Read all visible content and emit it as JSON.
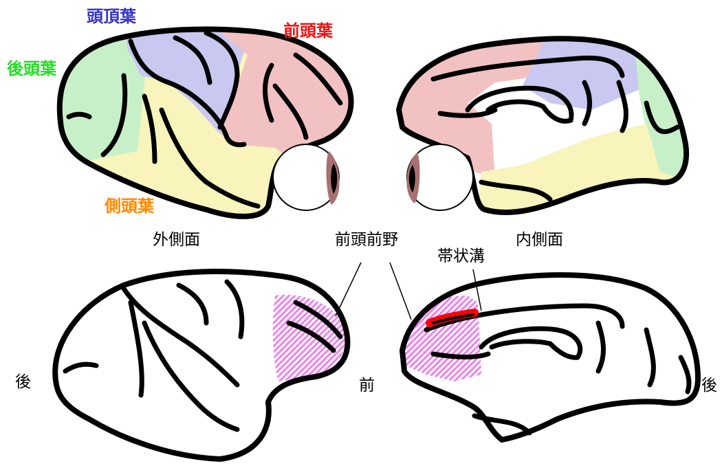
{
  "lobes": {
    "parietal": "頭頂葉",
    "frontal": "前頭葉",
    "occipital": "後頭葉",
    "temporal": "側頭葉"
  },
  "views": {
    "lateral": "外側面",
    "medial": "内側面"
  },
  "regions": {
    "prefrontal": "前頭前野",
    "cingulate_sulcus": "帯状溝"
  },
  "directions": {
    "posterior_left": "後",
    "anterior": "前",
    "posterior_right": "後"
  },
  "colors": {
    "parietal": "#c8c8f0",
    "frontal": "#f2c2c2",
    "occipital": "#c8f0c8",
    "temporal": "#f8f4bc",
    "prefrontal": "#f080f0",
    "cingulate": "#ff0000",
    "eye_iris": "#a87070",
    "label_parietal": "#3333cc",
    "label_frontal": "#ee1111",
    "label_occipital": "#22dd22",
    "label_temporal": "#ff8800"
  }
}
